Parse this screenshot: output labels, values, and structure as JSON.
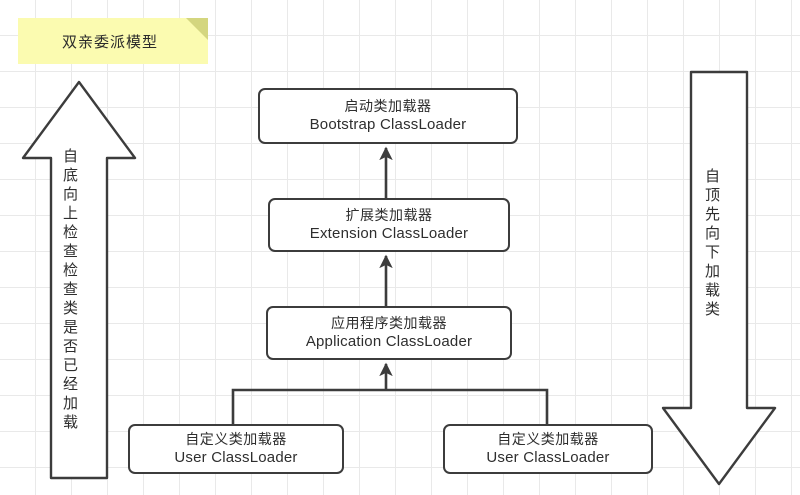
{
  "diagram": {
    "title_note": "双亲委派模型",
    "nodes": [
      {
        "id": "bootstrap",
        "cn": "启动类加载器",
        "en": "Bootstrap ClassLoader"
      },
      {
        "id": "extension",
        "cn": "扩展类加载器",
        "en": "Extension ClassLoader"
      },
      {
        "id": "application",
        "cn": "应用程序类加载器",
        "en": "Application ClassLoader"
      },
      {
        "id": "user_left",
        "cn": "自定义类加载器",
        "en": "User ClassLoader"
      },
      {
        "id": "user_right",
        "cn": "自定义类加载器",
        "en": "User ClassLoader"
      }
    ],
    "arrows": {
      "left_up_label": "自底向上检查检查类是否已经加载",
      "right_down_label": "自顶先向下加载类"
    },
    "colors": {
      "note_fill": "#fbfbb0",
      "note_fold": "#d4d67f",
      "node_stroke": "#3c3c3c",
      "node_fill": "#ffffff",
      "connector": "#3c3c3c",
      "grid_line": "#e9e9e9",
      "background": "#ffffff",
      "text": "#2e2e2e"
    }
  }
}
